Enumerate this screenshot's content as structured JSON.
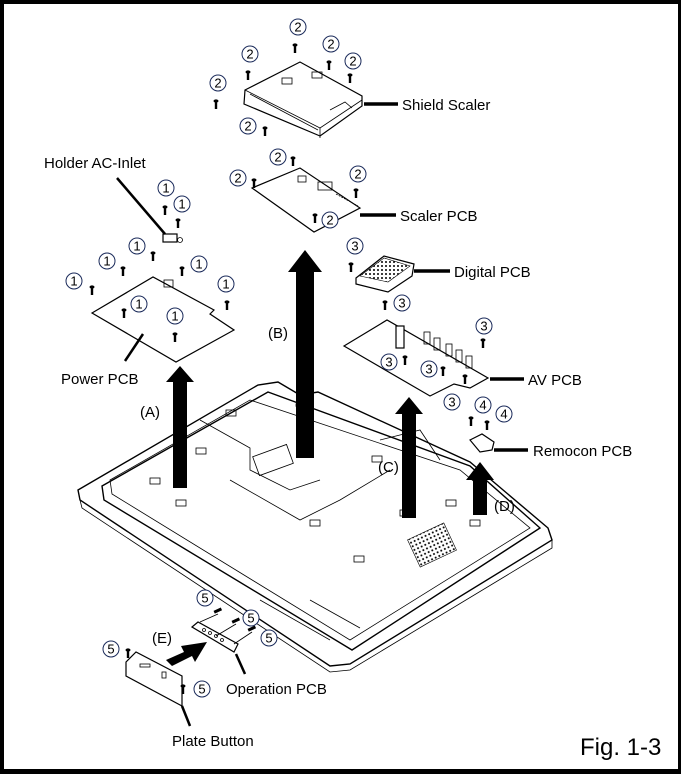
{
  "figure": {
    "caption": "Fig. 1-3",
    "type": "exploded-view disassembly diagram"
  },
  "parts": [
    {
      "id": "shield-scaler",
      "label": "Shield Scaler",
      "screw_number": "2"
    },
    {
      "id": "scaler-pcb",
      "label": "Scaler PCB",
      "screw_number": "2"
    },
    {
      "id": "holder-ac-inlet",
      "label": "Holder AC-Inlet",
      "screw_number": "1"
    },
    {
      "id": "power-pcb",
      "label": "Power PCB",
      "screw_number": "1"
    },
    {
      "id": "digital-pcb",
      "label": "Digital PCB",
      "screw_number": "3"
    },
    {
      "id": "av-pcb",
      "label": "AV PCB",
      "screw_number": "3"
    },
    {
      "id": "remocon-pcb",
      "label": "Remocon PCB",
      "screw_number": "4"
    },
    {
      "id": "operation-pcb",
      "label": "Operation PCB",
      "screw_number": "5"
    },
    {
      "id": "plate-button",
      "label": "Plate Button",
      "screw_number": "5"
    }
  ],
  "labels": {
    "shield_scaler": "Shield Scaler",
    "scaler_pcb": "Scaler PCB",
    "holder_ac_inlet": "Holder AC-Inlet",
    "power_pcb": "Power PCB",
    "digital_pcb": "Digital PCB",
    "av_pcb": "AV PCB",
    "remocon_pcb": "Remocon PCB",
    "operation_pcb": "Operation PCB",
    "plate_button": "Plate Button"
  },
  "steps": {
    "a": "(A)",
    "b": "(B)",
    "c": "(C)",
    "d": "(D)",
    "e": "(E)"
  },
  "screw_markers": {
    "one": "1",
    "two": "2",
    "three": "3",
    "four": "4",
    "five": "5"
  }
}
